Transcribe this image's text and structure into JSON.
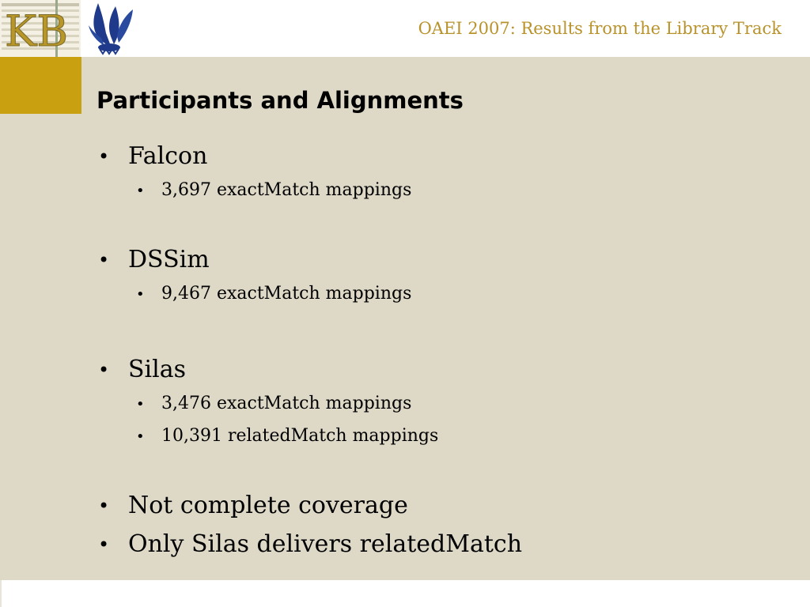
{
  "header": {
    "title": "OAEI 2007: Results from the Library Track",
    "logo_kb": "KB"
  },
  "slide": {
    "title": "Participants and Alignments",
    "bullets": [
      {
        "label": "Falcon",
        "sub": [
          "3,697 exactMatch mappings"
        ]
      },
      {
        "label": "DSSim",
        "sub": [
          "9,467 exactMatch mappings"
        ]
      },
      {
        "label": "Silas",
        "sub": [
          "3,476 exactMatch mappings",
          "10,391 relatedMatch mappings"
        ]
      },
      {
        "label": "Not complete coverage",
        "sub": []
      },
      {
        "label": "Only Silas delivers relatedMatch",
        "sub": []
      }
    ]
  },
  "colors": {
    "content_bg": "#ded8c6",
    "accent_gold": "#c9a010",
    "header_text": "#b8922a"
  }
}
